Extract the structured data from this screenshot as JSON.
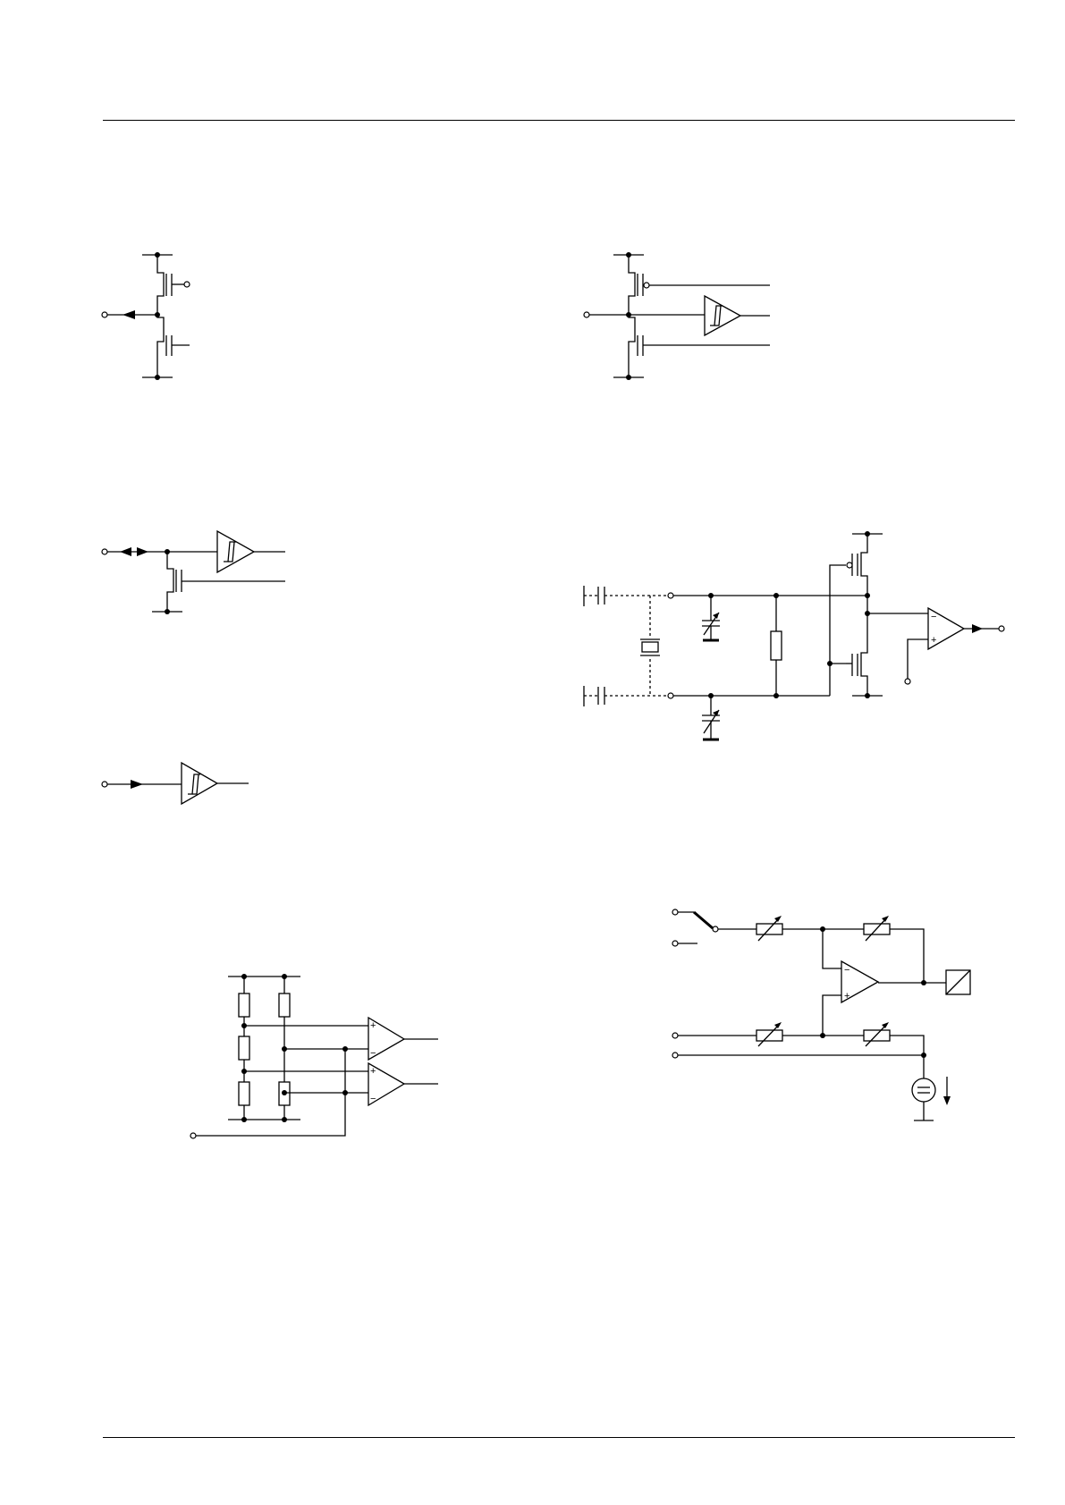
{
  "page": {
    "background": "#ffffff",
    "line_color": "#000000"
  },
  "schematics": [
    {
      "name": "push-pull-output-stage",
      "symbols": [
        "p-channel-mosfet-icon",
        "n-channel-mosfet-icon",
        "output-arrow-icon"
      ]
    },
    {
      "name": "schmitt-trigger-input-with-transistors",
      "symbols": [
        "p-channel-mosfet-icon",
        "n-channel-mosfet-icon",
        "schmitt-trigger-icon"
      ]
    },
    {
      "name": "bidirectional-open-drain-port",
      "symbols": [
        "bidirectional-arrow-icon",
        "schmitt-trigger-icon",
        "n-channel-mosfet-icon"
      ]
    },
    {
      "name": "crystal-oscillator-circuit",
      "symbols": [
        "capacitor-icon",
        "crystal-icon",
        "variable-capacitor-icon",
        "resistor-icon",
        "mosfet-icon",
        "comparator-icon"
      ]
    },
    {
      "name": "schmitt-trigger-input",
      "symbols": [
        "input-arrow-icon",
        "schmitt-trigger-icon"
      ]
    },
    {
      "name": "window-comparator",
      "symbols": [
        "resistor-icon",
        "comparator-icon"
      ]
    },
    {
      "name": "difference-amplifier-adc",
      "symbols": [
        "switch-icon",
        "potentiometer-icon",
        "opamp-icon",
        "adc-icon",
        "current-source-icon"
      ]
    }
  ],
  "opamp_signs": {
    "plus": "+",
    "minus": "−"
  }
}
